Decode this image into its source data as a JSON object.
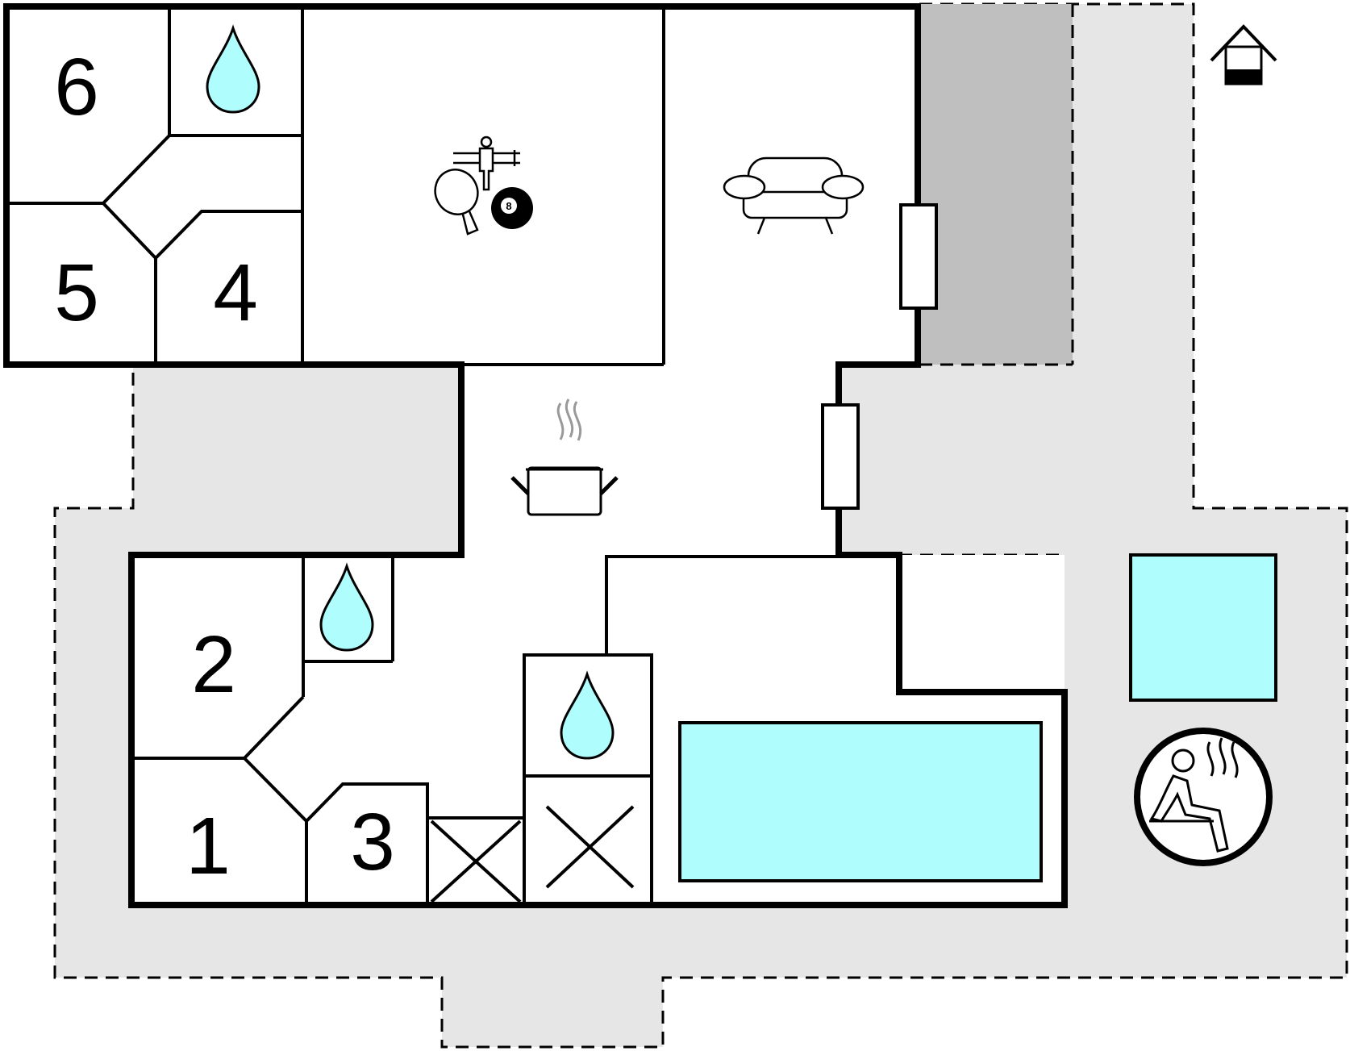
{
  "rooms": [
    {
      "label": "6"
    },
    {
      "label": "5"
    },
    {
      "label": "4"
    },
    {
      "label": "2"
    },
    {
      "label": "1"
    },
    {
      "label": "3"
    }
  ],
  "pool_numbers": [
    "8"
  ],
  "icons": [
    "water-drop-icon",
    "foosball-icon",
    "table-tennis-icon",
    "billiard-ball-icon",
    "sofa-icon",
    "cooking-pot-icon",
    "house-icon",
    "sauna-icon"
  ],
  "colors": {
    "terrace": "#e6e6e6",
    "covered_terrace": "#bfbfbf",
    "water": "#b0fdfe",
    "wall": "#000000"
  }
}
